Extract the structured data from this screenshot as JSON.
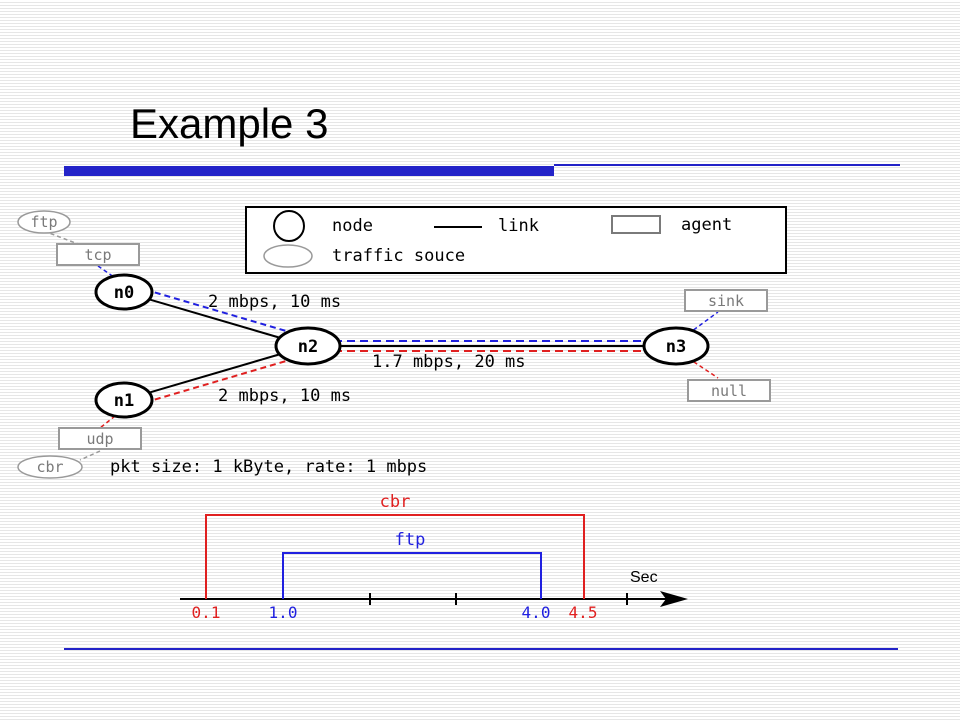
{
  "slide": {
    "title": "Example 3"
  },
  "legend": {
    "node": "node",
    "link": "link",
    "agent": "agent",
    "traffic_source": "traffic souce"
  },
  "topology": {
    "nodes": [
      "n0",
      "n1",
      "n2",
      "n3"
    ],
    "agents": {
      "tcp": "tcp",
      "udp": "udp",
      "sink": "sink",
      "null": "null"
    },
    "traffic_sources": {
      "ftp": "ftp",
      "cbr": "cbr"
    },
    "links": {
      "n0_n2": "2 mbps, 10 ms",
      "n2_n3": "1.7 mbps, 20 ms",
      "n1_n2": "2 mbps, 10 ms"
    },
    "cbr_note": "pkt size: 1 kByte, rate: 1 mbps"
  },
  "timeline": {
    "unit": "Sec",
    "bars": [
      {
        "name": "cbr",
        "start": "0.1",
        "end": "4.5",
        "color": "#e02020"
      },
      {
        "name": "ftp",
        "start": "1.0",
        "end": "4.0",
        "color": "#2020e0"
      }
    ],
    "ticks": [
      "0.1",
      "1.0",
      "4.0",
      "4.5"
    ]
  },
  "colors": {
    "accent": "#2323c8",
    "tcp_flow": "#2020e0",
    "udp_flow": "#e02020"
  }
}
